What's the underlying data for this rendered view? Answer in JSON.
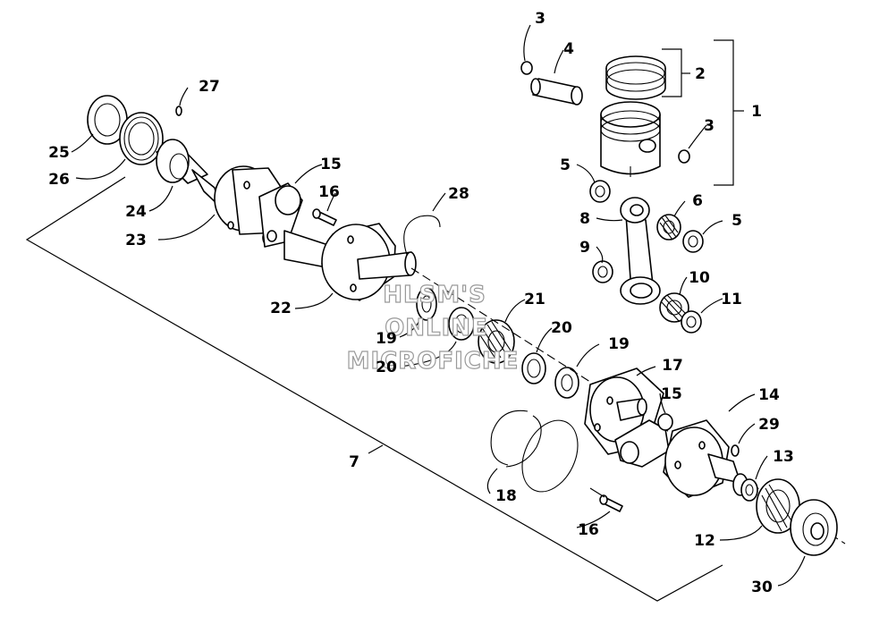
{
  "watermark": {
    "line1": "HLSM'S",
    "line2": "ONLINE",
    "line3": "MICROFICHE"
  },
  "callouts": {
    "c1": "1",
    "c2": "2",
    "c3a": "3",
    "c3b": "3",
    "c4": "4",
    "c5a": "5",
    "c5b": "5",
    "c6": "6",
    "c7": "7",
    "c8": "8",
    "c9": "9",
    "c10": "10",
    "c11": "11",
    "c12": "12",
    "c13": "13",
    "c14": "14",
    "c15a": "15",
    "c15b": "15",
    "c16a": "16",
    "c16b": "16",
    "c17": "17",
    "c18": "18",
    "c19a": "19",
    "c19b": "19",
    "c20a": "20",
    "c20b": "20",
    "c21": "21",
    "c22": "22",
    "c23": "23",
    "c24": "24",
    "c25": "25",
    "c26": "26",
    "c27": "27",
    "c28": "28",
    "c29": "29",
    "c30": "30"
  }
}
